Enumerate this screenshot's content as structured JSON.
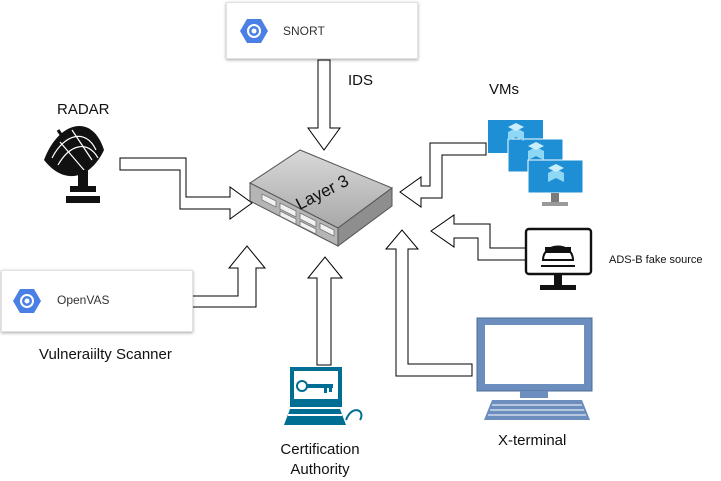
{
  "diagram": {
    "hub_label": "Layer 3",
    "snort": {
      "label": "SNORT",
      "icon": "gcp-service-icon"
    },
    "openvas": {
      "label": "OpenVAS",
      "icon": "gcp-service-icon"
    },
    "ids_label": "IDS",
    "radar_label": "RADAR",
    "vms_label": "VMs",
    "adsb_label": "ADS-B fake source",
    "scanner_label": "Vulneraiilty Scanner",
    "ca_label_line1": "Certification",
    "ca_label_line2": "Authority",
    "xterm_label": "X-terminal",
    "colors": {
      "gcp_blue": "#4A7FE6",
      "azure_blue": "#1E8FD5",
      "monitor_blue": "#6C8EBF",
      "ca_teal": "#006D92"
    }
  }
}
